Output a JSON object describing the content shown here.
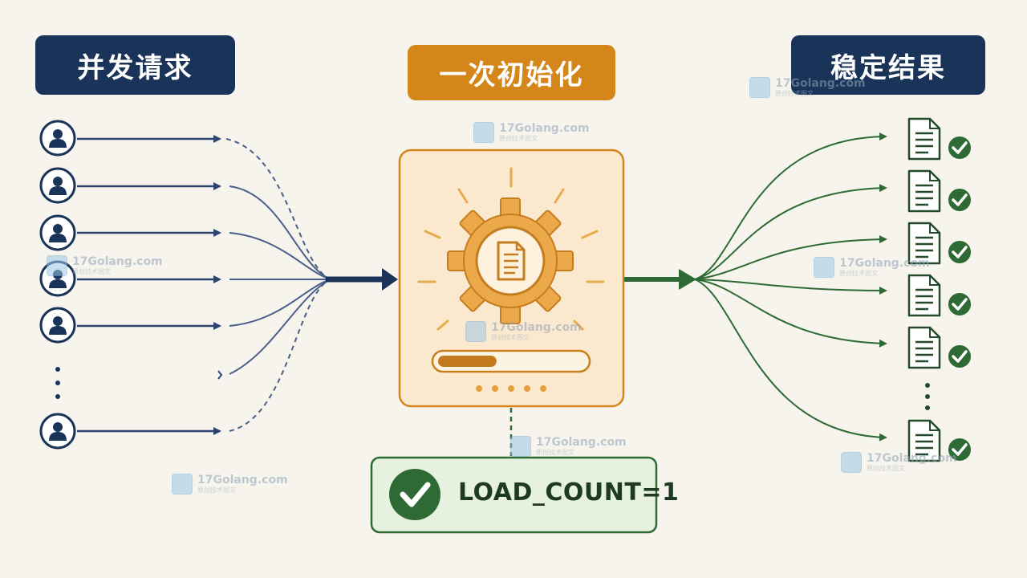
{
  "headers": {
    "left": "并发请求",
    "middle": "一次初始化",
    "right": "稳定结果"
  },
  "status": {
    "text": "LOAD_COUNT=1"
  },
  "init_progress": 0.4,
  "watermark": {
    "name": "17Golang.com",
    "tagline": "原创技术图文"
  },
  "icons": {
    "request": "user-icon",
    "init": "gear-document-icon",
    "result": "document-check-icon",
    "status": "check-circle-icon"
  },
  "colors": {
    "navy": "#1a3459",
    "orange": "#d4861b",
    "green": "#2e6b34",
    "background": "#f6f4ec"
  }
}
